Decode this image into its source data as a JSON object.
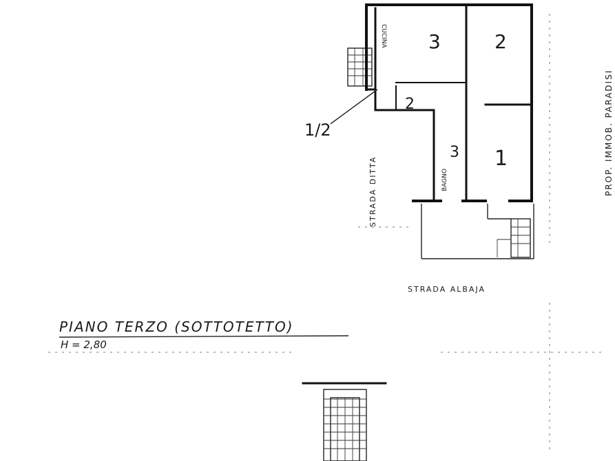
{
  "drawing": {
    "title": "PIANO TERZO (SOTTOTETTO)",
    "height_note": "H = 2,80",
    "owner_note": "PROP. IMMOB. PARADISI",
    "street_bottom": "STRADA ALBAJA",
    "street_left": "STRADA DITTA"
  },
  "rooms": [
    {
      "id": "room-3-top",
      "label": "3"
    },
    {
      "id": "room-2-top",
      "label": "2"
    },
    {
      "id": "room-1",
      "label": "1"
    },
    {
      "id": "room-2-small",
      "label": "2"
    },
    {
      "id": "room-3-small",
      "label": "3"
    }
  ],
  "labels": {
    "cucina": "CUCINA",
    "bagno": "BAGNO",
    "half": "1/2"
  },
  "colors": {
    "ink": "#111111",
    "paper": "#ffffff"
  }
}
